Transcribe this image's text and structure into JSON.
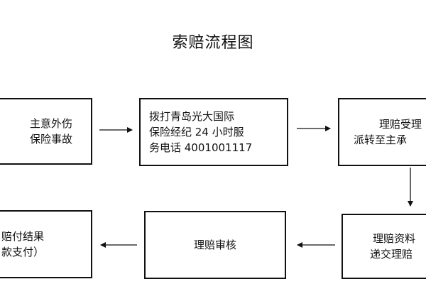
{
  "title": "索赔流程图",
  "nodes": [
    {
      "id": "accident",
      "lines": [
        "主意外伤",
        "保险事故"
      ]
    },
    {
      "id": "call",
      "lines": [
        "拨打青岛光大国际",
        "保险经纪 24 小时服",
        "务电话 4001001117"
      ]
    },
    {
      "id": "accept",
      "lines": [
        "理赔受理",
        "派转至主承"
      ]
    },
    {
      "id": "submit",
      "lines": [
        "理赔资料",
        "递交理赔"
      ]
    },
    {
      "id": "review",
      "lines": [
        "理赔审核"
      ]
    },
    {
      "id": "result",
      "lines": [
        "赔付结果",
        "款支付）"
      ]
    }
  ],
  "edges": [
    {
      "from": "accident",
      "to": "call"
    },
    {
      "from": "call",
      "to": "accept"
    },
    {
      "from": "accept",
      "to": "submit"
    },
    {
      "from": "submit",
      "to": "review"
    },
    {
      "from": "review",
      "to": "result"
    }
  ],
  "colors": {
    "line": "#111111",
    "background": "#ffffff"
  }
}
